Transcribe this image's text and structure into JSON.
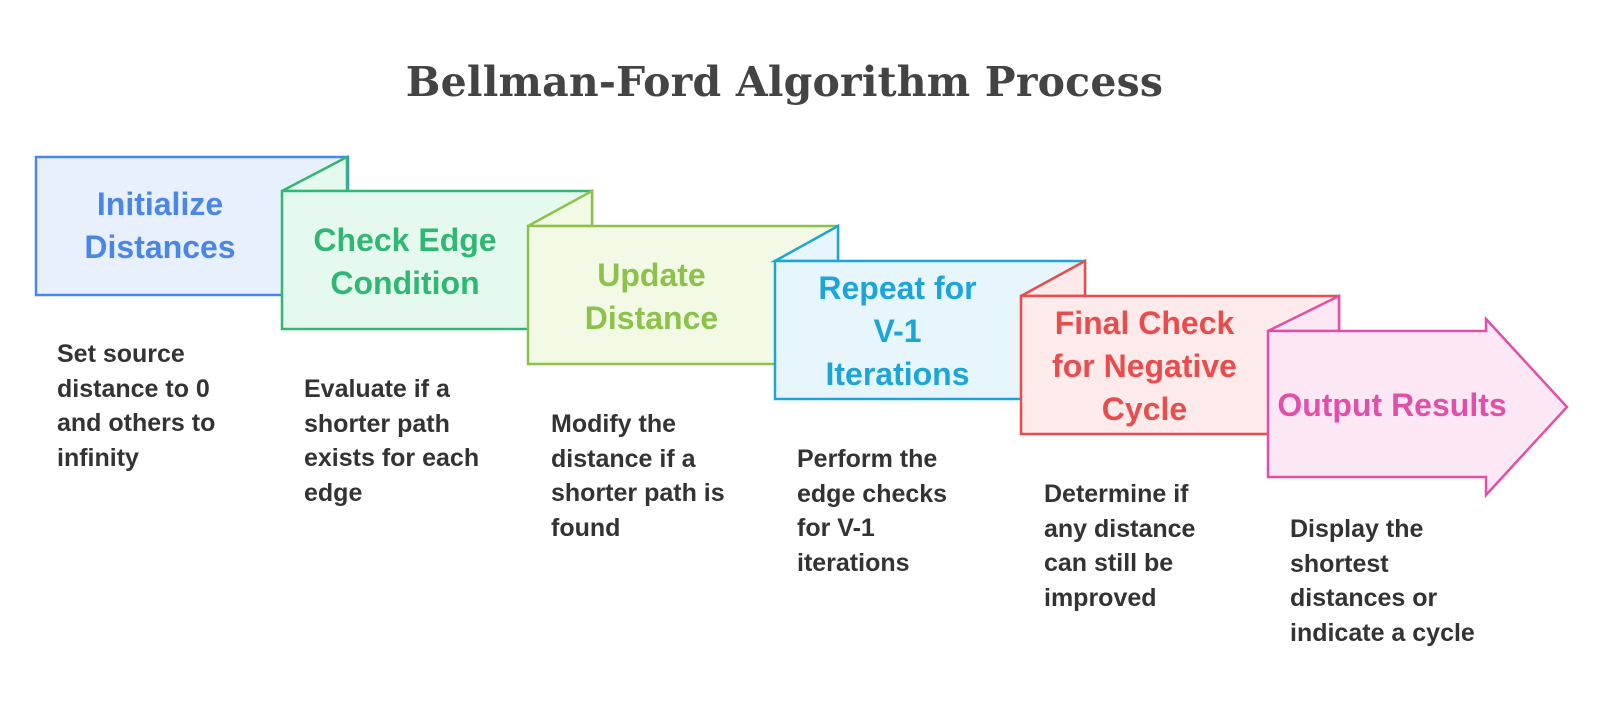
{
  "title": "Bellman-Ford Algorithm Process",
  "steps": [
    {
      "title": "Initialize\nDistances",
      "description": "Set source\ndistance to 0\nand others to\ninfinity",
      "color": "#4a86e8",
      "fill": "#e8f0fe"
    },
    {
      "title": "Check Edge\nCondition",
      "description": "Evaluate if a\nshorter path\nexists for each\nedge",
      "color": "#2fb873",
      "fill": "#e6f9ef"
    },
    {
      "title": "Update\nDistance",
      "description": "Modify the\ndistance if a\nshorter path is\nfound",
      "color": "#8bc34a",
      "fill": "#f2f9e5"
    },
    {
      "title": "Repeat for\nV-1\nIterations",
      "description": "Perform the\nedge checks\nfor V-1\niterations",
      "color": "#1ea5d8",
      "fill": "#e6f6fc"
    },
    {
      "title": "Final Check\nfor Negative\nCycle",
      "description": "Determine if\nany distance\ncan still be\nimproved",
      "color": "#e84d4d",
      "fill": "#fdeaea"
    },
    {
      "title": "Output Results",
      "description": "Display the\nshortest\ndistances or\nindicate a cycle",
      "color": "#e04fa8",
      "fill": "#fce8f5"
    }
  ]
}
